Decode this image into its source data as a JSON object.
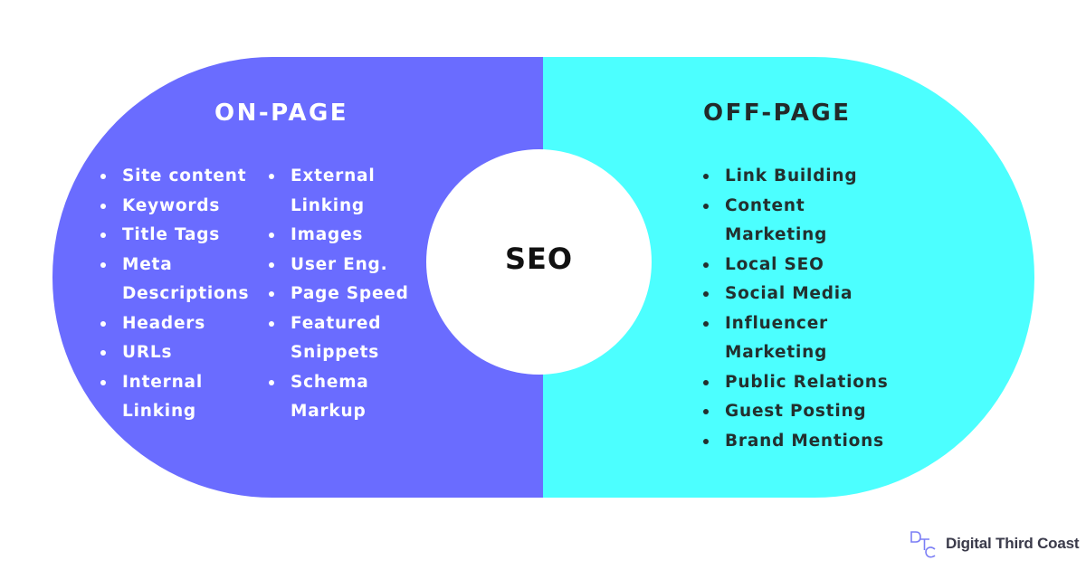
{
  "on_page": {
    "title": "ON-PAGE",
    "column1": [
      "Site content",
      "Keywords",
      "Title Tags",
      "Meta Descriptions",
      "Headers",
      "URLs",
      "Internal Linking"
    ],
    "column2": [
      "External Linking",
      "Images",
      "User Eng.",
      "Page Speed",
      "Featured Snippets",
      "Schema Markup"
    ]
  },
  "off_page": {
    "title": "OFF-PAGE",
    "items": [
      "Link Building",
      "Content Marketing",
      "Local SEO",
      "Social Media",
      "Influencer Marketing",
      "Public Relations",
      "Guest Posting",
      "Brand Mentions"
    ]
  },
  "center": {
    "label": "SEO"
  },
  "brand": {
    "name": "Digital Third Coast",
    "logo_icon": "dtc-monogram-icon"
  },
  "colors": {
    "on_page_bg": "#6a6cff",
    "off_page_bg": "#4cffff",
    "center_bg": "#ffffff"
  }
}
